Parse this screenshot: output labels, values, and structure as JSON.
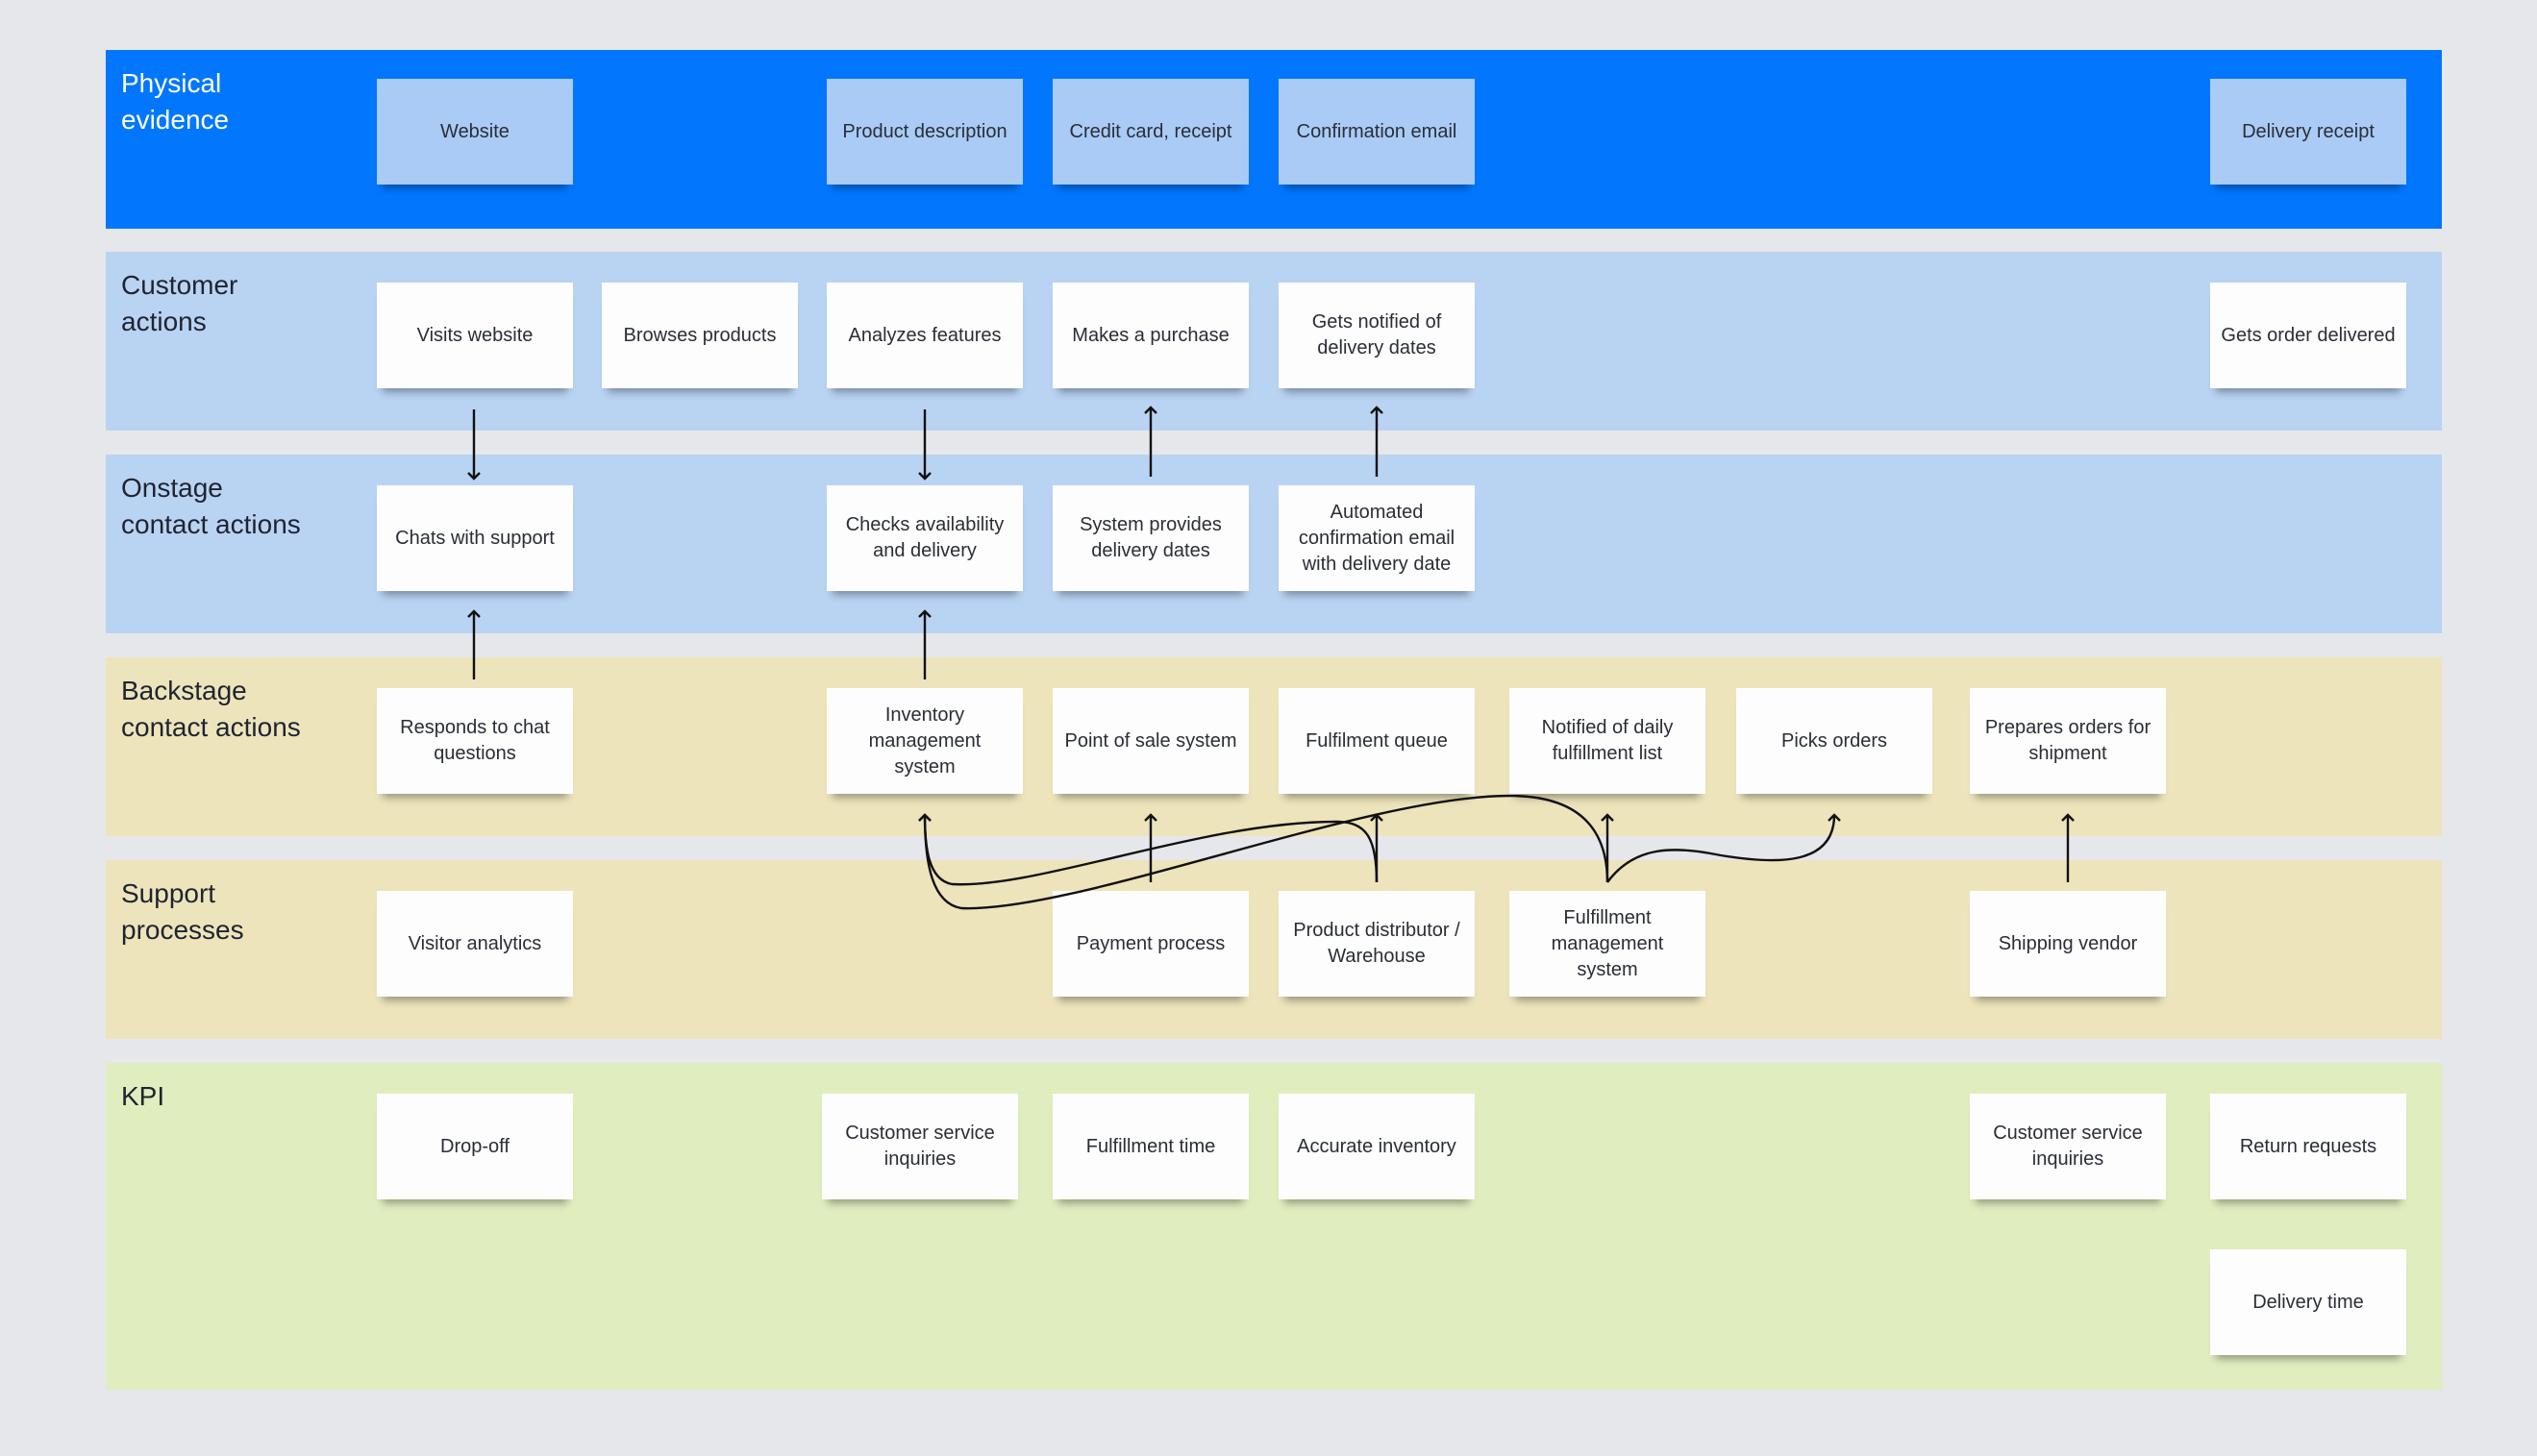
{
  "colors": {
    "background": "#e6e7ea",
    "lane_physical": "#0277fe",
    "lane_customer": "#b9d3f3",
    "lane_onstage": "#b9d3f3",
    "lane_backstage": "#ede4bc",
    "lane_support": "#ede4bc",
    "lane_kpi": "#e0edbf",
    "note_light_blue": "#a9cbf6",
    "note_white": "#fdfdfd",
    "connector": "#111111"
  },
  "lanes": [
    {
      "id": "physical",
      "title": "Physical\nevidence"
    },
    {
      "id": "customer",
      "title": "Customer\nactions"
    },
    {
      "id": "onstage",
      "title": "Onstage\ncontact actions"
    },
    {
      "id": "backstage",
      "title": "Backstage\ncontact actions"
    },
    {
      "id": "support",
      "title": "Support\nprocesses"
    },
    {
      "id": "kpi",
      "title": "KPI"
    }
  ],
  "notes": {
    "pe_website": "Website",
    "pe_product_description": "Product description",
    "pe_credit_card": "Credit card, receipt",
    "pe_confirmation_email": "Confirmation email",
    "pe_delivery_receipt": "Delivery receipt",
    "ca_visits_website": "Visits website",
    "ca_browses_products": "Browses products",
    "ca_analyzes_features": "Analyzes features",
    "ca_makes_purchase": "Makes a purchase",
    "ca_gets_notified": "Gets notified of delivery dates",
    "ca_gets_order": "Gets order delivered",
    "on_chats_support": "Chats with support",
    "on_checks_availability": "Checks availability and delivery",
    "on_system_provides": "System provides delivery dates",
    "on_automated_email": "Automated confirmation email with delivery date",
    "bs_responds_chat": "Responds to chat questions",
    "bs_inventory_system": "Inventory management system",
    "bs_point_of_sale": "Point of sale system",
    "bs_fulfilment_queue": "Fulfilment queue",
    "bs_notified_daily": "Notified of daily fulfillment list",
    "bs_picks_orders": "Picks orders",
    "bs_prepares_orders": "Prepares orders for shipment",
    "sp_visitor_analytics": "Visitor analytics",
    "sp_payment_process": "Payment process",
    "sp_product_distributor": "Product distributor / Warehouse",
    "sp_fulfillment_system": "Fulfillment management system",
    "sp_shipping_vendor": "Shipping vendor",
    "kpi_drop_off": "Drop-off",
    "kpi_customer_service_1": "Customer service inquiries",
    "kpi_fulfillment_time": "Fulfillment time",
    "kpi_accurate_inventory": "Accurate inventory",
    "kpi_customer_service_2": "Customer service inquiries",
    "kpi_return_requests": "Return requests",
    "kpi_delivery_time": "Delivery time"
  }
}
